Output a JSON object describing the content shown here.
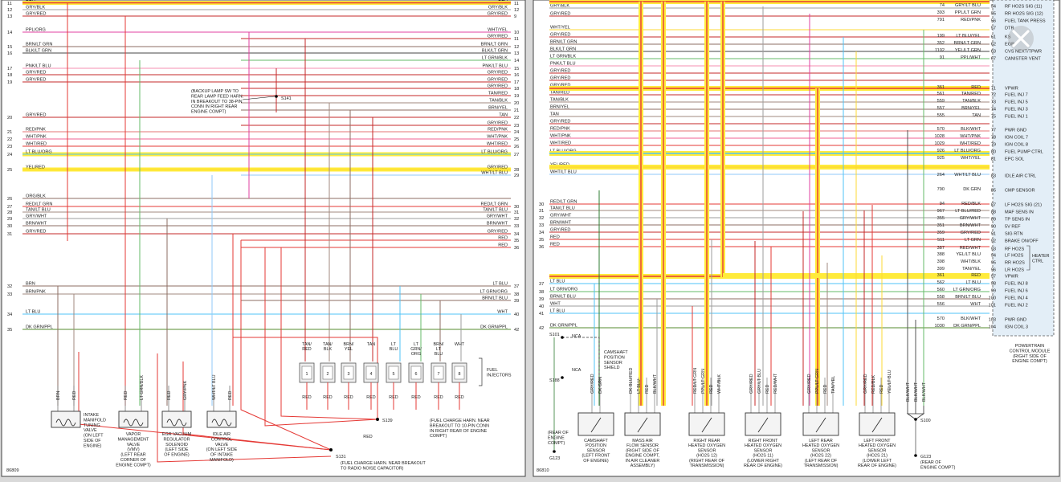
{
  "left": {
    "figure_number": "86809",
    "rows": [
      {
        "num": "11",
        "left": "RED",
        "right": "RED",
        "rnum": "11",
        "color": "#e53935"
      },
      {
        "num": "12",
        "left": "GRY/BLK",
        "right": "GRY/BLK",
        "rnum": "12",
        "color": "#9e9e9e"
      },
      {
        "num": "13",
        "left": "GRY/RED",
        "right": "GRY/RED",
        "rnum": "9",
        "color": "#c62828"
      },
      {
        "num": "14",
        "left": "PPL/ORG",
        "right": "WHT/YEL",
        "rnum": "10",
        "color": "#e040a0"
      },
      {
        "num": "",
        "left": "",
        "right": "GRY/RED",
        "rnum": "11",
        "color": "#c62828"
      },
      {
        "num": "15",
        "left": "BRN/LT GRN",
        "right": "BRN/LT GRN",
        "rnum": "12",
        "color": "#8d6e63"
      },
      {
        "num": "16",
        "left": "BLK/LT GRN",
        "right": "BLK/LT GRN",
        "rnum": "13",
        "color": "#444444"
      },
      {
        "num": "",
        "left": "",
        "right": "LT GRN/BLK",
        "rnum": "14",
        "color": "#66bb6a"
      },
      {
        "num": "17",
        "left": "PNK/LT BLU",
        "right": "PNK/LT BLU",
        "rnum": "15",
        "color": "#f48fb1"
      },
      {
        "num": "18",
        "left": "GRY/RED",
        "right": "GRY/RED",
        "rnum": "16",
        "color": "#c62828"
      },
      {
        "num": "19",
        "left": "GRY/RED",
        "right": "GRY/RED",
        "rnum": "17",
        "color": "#c62828"
      },
      {
        "num": "",
        "left": "",
        "right": "GRY/RED",
        "rnum": "18",
        "color": "#c62828"
      },
      {
        "num": "",
        "left": "",
        "right": "TAN/RED",
        "rnum": "19",
        "color": "#c62828"
      },
      {
        "num": "",
        "left": "",
        "right": "TAN/BLK",
        "rnum": "20",
        "color": "#a1887f"
      },
      {
        "num": "",
        "left": "",
        "right": "BRN/YEL",
        "rnum": "21",
        "color": "#8d6e63"
      },
      {
        "num": "20",
        "left": "GRY/RED",
        "right": "TAN",
        "rnum": "22",
        "color": "#c62828"
      },
      {
        "num": "",
        "left": "",
        "right": "GRY/RED",
        "rnum": "23",
        "color": "#c62828"
      },
      {
        "num": "21",
        "left": "RED/PNK",
        "right": "RED/PNK",
        "rnum": "24",
        "color": "#e57373"
      },
      {
        "num": "22",
        "left": "WHT/PNK",
        "right": "WHT/PNK",
        "rnum": "25",
        "color": "#f06292"
      },
      {
        "num": "23",
        "left": "WHT/RED",
        "right": "WHT/RED",
        "rnum": "26",
        "color": "#e53935"
      },
      {
        "num": "24",
        "left": "LT BLU/ORG",
        "right": "LT BLU/ORG",
        "rnum": "27",
        "color": "#4fc3f7"
      },
      {
        "num": "25",
        "left": "YEL/RED",
        "right": "GRY/RED",
        "rnum": "28",
        "color": "#fdd835"
      },
      {
        "num": "",
        "left": "",
        "right": "WHT/LT BLU",
        "rnum": "29",
        "color": "#90caf9"
      },
      {
        "num": "26",
        "left": "ORG/BLK",
        "right": "",
        "rnum": "",
        "color": "#8d6e63"
      },
      {
        "num": "27",
        "left": "RED/LT GRN",
        "right": "RED/LT GRN",
        "rnum": "30",
        "color": "#e53935"
      },
      {
        "num": "28",
        "left": "TAN/LT BLU",
        "right": "TAN/LT BLU",
        "rnum": "31",
        "color": "#a1887f"
      },
      {
        "num": "29",
        "left": "GRY/WHT",
        "right": "GRY/WHT",
        "rnum": "32",
        "color": "#9e9e9e"
      },
      {
        "num": "30",
        "left": "BRN/WHT",
        "right": "BRN/WHT",
        "rnum": "33",
        "color": "#8d6e63"
      },
      {
        "num": "31",
        "left": "GRY/RED",
        "right": "GRY/RED",
        "rnum": "34",
        "color": "#c62828"
      },
      {
        "num": "",
        "left": "",
        "right": "RED",
        "rnum": "35",
        "color": "#e53935"
      },
      {
        "num": "",
        "left": "",
        "right": "RED",
        "rnum": "36",
        "color": "#e53935"
      },
      {
        "num": "32",
        "left": "BRN",
        "right": "LT BLU",
        "rnum": "37",
        "color": "#8d6e63"
      },
      {
        "num": "33",
        "left": "BRN/PNK",
        "right": "LT GRN/ORG",
        "rnum": "38",
        "color": "#a1887f"
      },
      {
        "num": "",
        "left": "",
        "right": "BRN/LT BLU",
        "rnum": "39",
        "color": "#8d6e63"
      },
      {
        "num": "34",
        "left": "LT BLU",
        "right": "WHT",
        "rnum": "40",
        "color": "#4fc3f7"
      },
      {
        "num": "35",
        "left": "DK GRN/PPL",
        "right": "DK GRN/PPL",
        "rnum": "42",
        "color": "#558b2f"
      }
    ],
    "s141_label": "S141",
    "s141_note": [
      "(BACKUP LAMP SW TO",
      "REAR LAMP FEED HARN.",
      "IN BREAKOUT TO 38-PIN",
      "CONN IN RIGHT REAR",
      "ENGINE COMPT)"
    ],
    "s139_label": "S139",
    "s139_note": [
      "(FUEL CHARGE HARN. NEAR",
      "BREAKOUT TO 10-PIN CONN",
      "IN RIGHT REAR OF ENGINE",
      "COMPT)"
    ],
    "s131_label": "S131",
    "s131_note": [
      "(FUEL CHARGE HARN. NEAR BREAKOUT",
      "TO RADIO NOISE CAPACITOR)"
    ],
    "injector_group_label": [
      "FUEL",
      "INJECTORS"
    ],
    "injectors": [
      {
        "top": [
          "TAN/",
          "RED"
        ],
        "bottom": "RED"
      },
      {
        "top": [
          "TAN/",
          "BLK"
        ],
        "bottom": "RED"
      },
      {
        "top": [
          "BRN/",
          "YEL"
        ],
        "bottom": "RED"
      },
      {
        "top": [
          "TAN"
        ],
        "bottom": "RED"
      },
      {
        "top": [
          "LT",
          "BLU"
        ],
        "bottom": "RED"
      },
      {
        "top": [
          "LT",
          "GRN/",
          "ORG"
        ],
        "bottom": "RED"
      },
      {
        "top": [
          "BRN/",
          "LT",
          "BLU"
        ],
        "bottom": "RED"
      },
      {
        "top": [
          "WHT"
        ],
        "bottom": "RED"
      }
    ],
    "bottom_red_label": "RED",
    "components": [
      {
        "wires": [
          "BRN",
          "RED"
        ],
        "caption": [
          "INTAKE",
          "MANIFOLD",
          "TUNING",
          "VALVE",
          "(ON LEFT",
          "SIDE OF",
          "ENGINE)"
        ]
      },
      {
        "wires": [
          "RED",
          "LT GRN/BLK"
        ],
        "caption": [
          "VAPOR",
          "MANAGEMENT",
          "VALVE",
          "(VMV)",
          "(LEFT REAR",
          "CORNER OF",
          "ENGINE COMPT)"
        ]
      },
      {
        "wires": [
          "RED",
          "GRY/PNK"
        ],
        "caption": [
          "EGR VACUUM",
          "REGULATOR",
          "SOLENOID",
          "(LEFT SIDE",
          "OF ENGINE)"
        ]
      },
      {
        "wires": [
          "WHT/LT BLU",
          "RED"
        ],
        "caption": [
          "IDLE AIR",
          "CONTROL",
          "VALVE",
          "(ON LEFT SIDE",
          "OF INTAKE",
          "MANIFOLD)"
        ]
      }
    ]
  },
  "right": {
    "figure_number": "86810",
    "left_rows": [
      {
        "num": "",
        "label": "RED"
      },
      {
        "num": "",
        "label": "GRY/BLK"
      },
      {
        "num": "",
        "label": "GRY/RED"
      },
      {
        "num": "",
        "label": "WHT/YEL"
      },
      {
        "num": "",
        "label": "GRY/RED"
      },
      {
        "num": "",
        "label": "BRN/LT GRN"
      },
      {
        "num": "",
        "label": "BLK/LT GRN"
      },
      {
        "num": "",
        "label": "LT GRN/BLK"
      },
      {
        "num": "",
        "label": "PNK/LT BLU"
      },
      {
        "num": "",
        "label": "GRY/RED"
      },
      {
        "num": "",
        "label": "GRY/RED"
      },
      {
        "num": "",
        "label": "GRY/RED"
      },
      {
        "num": "",
        "label": "TAN/RED"
      },
      {
        "num": "",
        "label": "TAN/BLK"
      },
      {
        "num": "",
        "label": "BRN/YEL"
      },
      {
        "num": "",
        "label": "TAN"
      },
      {
        "num": "",
        "label": "GRY/RED"
      },
      {
        "num": "",
        "label": "RED/PNK"
      },
      {
        "num": "",
        "label": "WHT/PNK"
      },
      {
        "num": "",
        "label": "WHT/RED"
      },
      {
        "num": "",
        "label": "LT BLU/ORG"
      },
      {
        "num": "",
        "label": "YEL/RED"
      },
      {
        "num": "",
        "label": "WHT/LT BLU"
      },
      {
        "num": "30",
        "label": "RED/LT GRN"
      },
      {
        "num": "31",
        "label": "TAN/LT BLU"
      },
      {
        "num": "32",
        "label": "GRY/WHT"
      },
      {
        "num": "33",
        "label": "BRN/WHT"
      },
      {
        "num": "34",
        "label": "GRY/RED"
      },
      {
        "num": "35",
        "label": "RED"
      },
      {
        "num": "36",
        "label": "RED"
      },
      {
        "num": "37",
        "label": "LT BLU"
      },
      {
        "num": "38",
        "label": "LT GRN/ORG"
      },
      {
        "num": "39",
        "label": "BRN/LT BLU"
      },
      {
        "num": "40",
        "label": "WHT"
      },
      {
        "num": "41",
        "label": "LT BLU"
      },
      {
        "num": "42",
        "label": "DK GRN/PPL"
      }
    ],
    "pcm_rows": [
      {
        "pin": "74",
        "wire": "GRY/LT BLU",
        "num": "54",
        "func": "RF HO2S SIG (11)"
      },
      {
        "pin": "393",
        "wire": "PPL/LT GRN",
        "num": "55",
        "func": "RR HO2S SIG (12)"
      },
      {
        "pin": "791",
        "wire": "RED/PNK",
        "num": "56",
        "func": "FUEL TANK PRESS"
      },
      {
        "pin": "",
        "wire": "",
        "num": "57",
        "func": "DTR"
      },
      {
        "pin": "199",
        "wire": "LT BLU/YEL",
        "num": "61",
        "func": "KS"
      },
      {
        "pin": "352",
        "wire": "BRN/LT GRN",
        "num": "62",
        "func": "EGR"
      },
      {
        "pin": "1102",
        "wire": "YEL/LT GRN",
        "num": "63",
        "func": "CVS NEXT/TPWR"
      },
      {
        "pin": "91",
        "wire": "PPL/WHT",
        "num": "67",
        "func": "CANISTER VENT"
      },
      {
        "pin": "361",
        "wire": "RED",
        "num": "71",
        "func": "VPWR"
      },
      {
        "pin": "561",
        "wire": "TAN/RED",
        "num": "72",
        "func": "FUEL INJ 7"
      },
      {
        "pin": "559",
        "wire": "TAN/BLK",
        "num": "73",
        "func": "FUEL INJ 5"
      },
      {
        "pin": "557",
        "wire": "BRN/YEL",
        "num": "74",
        "func": "FUEL INJ 3"
      },
      {
        "pin": "555",
        "wire": "TAN",
        "num": "75",
        "func": "FUEL INJ 1"
      },
      {
        "pin": "570",
        "wire": "BLK/WHT",
        "num": "77",
        "func": "PWR GND"
      },
      {
        "pin": "1028",
        "wire": "WHT/PNK",
        "num": "78",
        "func": "IGN COIL 7"
      },
      {
        "pin": "1029",
        "wire": "WHT/RED",
        "num": "79",
        "func": "IGN COIL 8"
      },
      {
        "pin": "926",
        "wire": "LT BLU/ORG",
        "num": "80",
        "func": "FUEL PUMP CTRL"
      },
      {
        "pin": "925",
        "wire": "WHT/YEL",
        "num": "81",
        "func": "EPC SOL"
      },
      {
        "pin": "264",
        "wire": "WHT/LT BLU",
        "num": "83",
        "func": "IDLE AIR CTRL"
      },
      {
        "pin": "790",
        "wire": "DK GRN",
        "num": "85",
        "func": "CMP SENSOR"
      },
      {
        "pin": "94",
        "wire": "RED/BLK",
        "num": "87",
        "func": "LF HO2S SIG (21)"
      },
      {
        "pin": "967",
        "wire": "LT BLU/RED",
        "num": "88",
        "func": "MAF SENS IN"
      },
      {
        "pin": "355",
        "wire": "GRY/WHT",
        "num": "89",
        "func": "TP SENS IN"
      },
      {
        "pin": "351",
        "wire": "BRN/WHT",
        "num": "90",
        "func": "5V REF"
      },
      {
        "pin": "359",
        "wire": "GRY/RED",
        "num": "91",
        "func": "SIG RTN"
      },
      {
        "pin": "511",
        "wire": "LT GRN",
        "num": "92",
        "func": "BRAKE ON/OFF"
      },
      {
        "pin": "387",
        "wire": "RED/WHT",
        "num": "93",
        "func": "RF HO2S"
      },
      {
        "pin": "388",
        "wire": "YEL/LT BLU",
        "num": "94",
        "func": "LF HO2S"
      },
      {
        "pin": "398",
        "wire": "WHT/BLK",
        "num": "95",
        "func": "RR HO2S"
      },
      {
        "pin": "399",
        "wire": "TAN/YEL",
        "num": "96",
        "func": "LR HO2S"
      },
      {
        "pin": "361",
        "wire": "RED",
        "num": "97",
        "func": "VPWR"
      },
      {
        "pin": "562",
        "wire": "LT BLU",
        "num": "98",
        "func": "FUEL INJ 8"
      },
      {
        "pin": "560",
        "wire": "LT GRN/ORG",
        "num": "99",
        "func": "FUEL INJ 6"
      },
      {
        "pin": "558",
        "wire": "BRN/LT BLU",
        "num": "100",
        "func": "FUEL INJ 4"
      },
      {
        "pin": "556",
        "wire": "WHT",
        "num": "101",
        "func": "FUEL INJ 2"
      },
      {
        "pin": "570",
        "wire": "BLK/WHT",
        "num": "103",
        "func": "PWR GND"
      },
      {
        "pin": "1030",
        "wire": "DK GRN/PPL",
        "num": "104",
        "func": "IGN COIL 3"
      }
    ],
    "heater_ctrl_label": [
      "HEATER",
      "CTRL"
    ],
    "pcm_caption": [
      "POWERTRAIN",
      "CONTROL MODULE",
      "(RIGHT SIDE OF",
      "ENGINE COMPT)"
    ],
    "s101_label": "S101",
    "s188_label": "S188",
    "nca": "NCA",
    "shield_caption": [
      "CAMSHAFT",
      "POSITION",
      "SENSOR",
      "SHIELD"
    ],
    "s100_label": "S100",
    "g123_label": "G123",
    "g123_caption": [
      "(REAR OF",
      "ENGINE",
      "COMPT)"
    ],
    "g123b_caption": [
      "(REAR OF",
      "ENGINE COMPT)"
    ],
    "sensors": [
      {
        "wires": [
          "GRY/RED",
          "DK GRN"
        ],
        "caption": [
          "CAMSHAFT",
          "POSITION",
          "SENSOR",
          "(LEFT FRONT",
          "OF ENGINE)"
        ]
      },
      {
        "wires": [
          "DK BLU/RED",
          "LT BLU",
          "RED",
          "BLK/WHT"
        ],
        "caption": [
          "MASS AIR",
          "FLOW SENSOR",
          "(RIGHT SIDE OF",
          "ENGINE COMPT,",
          "IN AIR CLEANER",
          "ASSEMBLY)"
        ]
      },
      {
        "wires": [
          "RED/LT GRN",
          "PPL/LT GRN",
          "RED",
          "WHT/BLK"
        ],
        "caption": [
          "RIGHT REAR",
          "HEATED OXYGEN",
          "SENSOR",
          "(HO2S 12)",
          "(RIGHT REAR OF",
          "TRANSMISSION)"
        ]
      },
      {
        "wires": [
          "GRY/RED",
          "GRY/LT BLU",
          "RED",
          "RED/WHT"
        ],
        "caption": [
          "RIGHT FRONT",
          "HEATED OXYGEN",
          "SENSOR",
          "(HO2S 11)",
          "(LOWER RIGHT",
          "REAR OF ENGINE)"
        ]
      },
      {
        "wires": [
          "GRY/RED",
          "PPL/LT GRN",
          "RED",
          "TAN/YEL"
        ],
        "caption": [
          "LEFT REAR",
          "HEATED OXYGEN",
          "SENSOR",
          "(HO2S 22)",
          "(LEFT REAR OF",
          "TRANSMISSION)"
        ]
      },
      {
        "wires": [
          "GRY/RED",
          "RED/BLK",
          "RED",
          "YEL/LT BLU"
        ],
        "caption": [
          "LEFT FRONT",
          "HEATED OXYGEN",
          "SENSOR",
          "(HO2S 21)",
          "(LOWER LEFT",
          "REAR OF ENGINE)"
        ]
      }
    ],
    "ground_wires": [
      "BLK/WHT",
      "BLK/WHT",
      "BLK/WHT"
    ]
  }
}
